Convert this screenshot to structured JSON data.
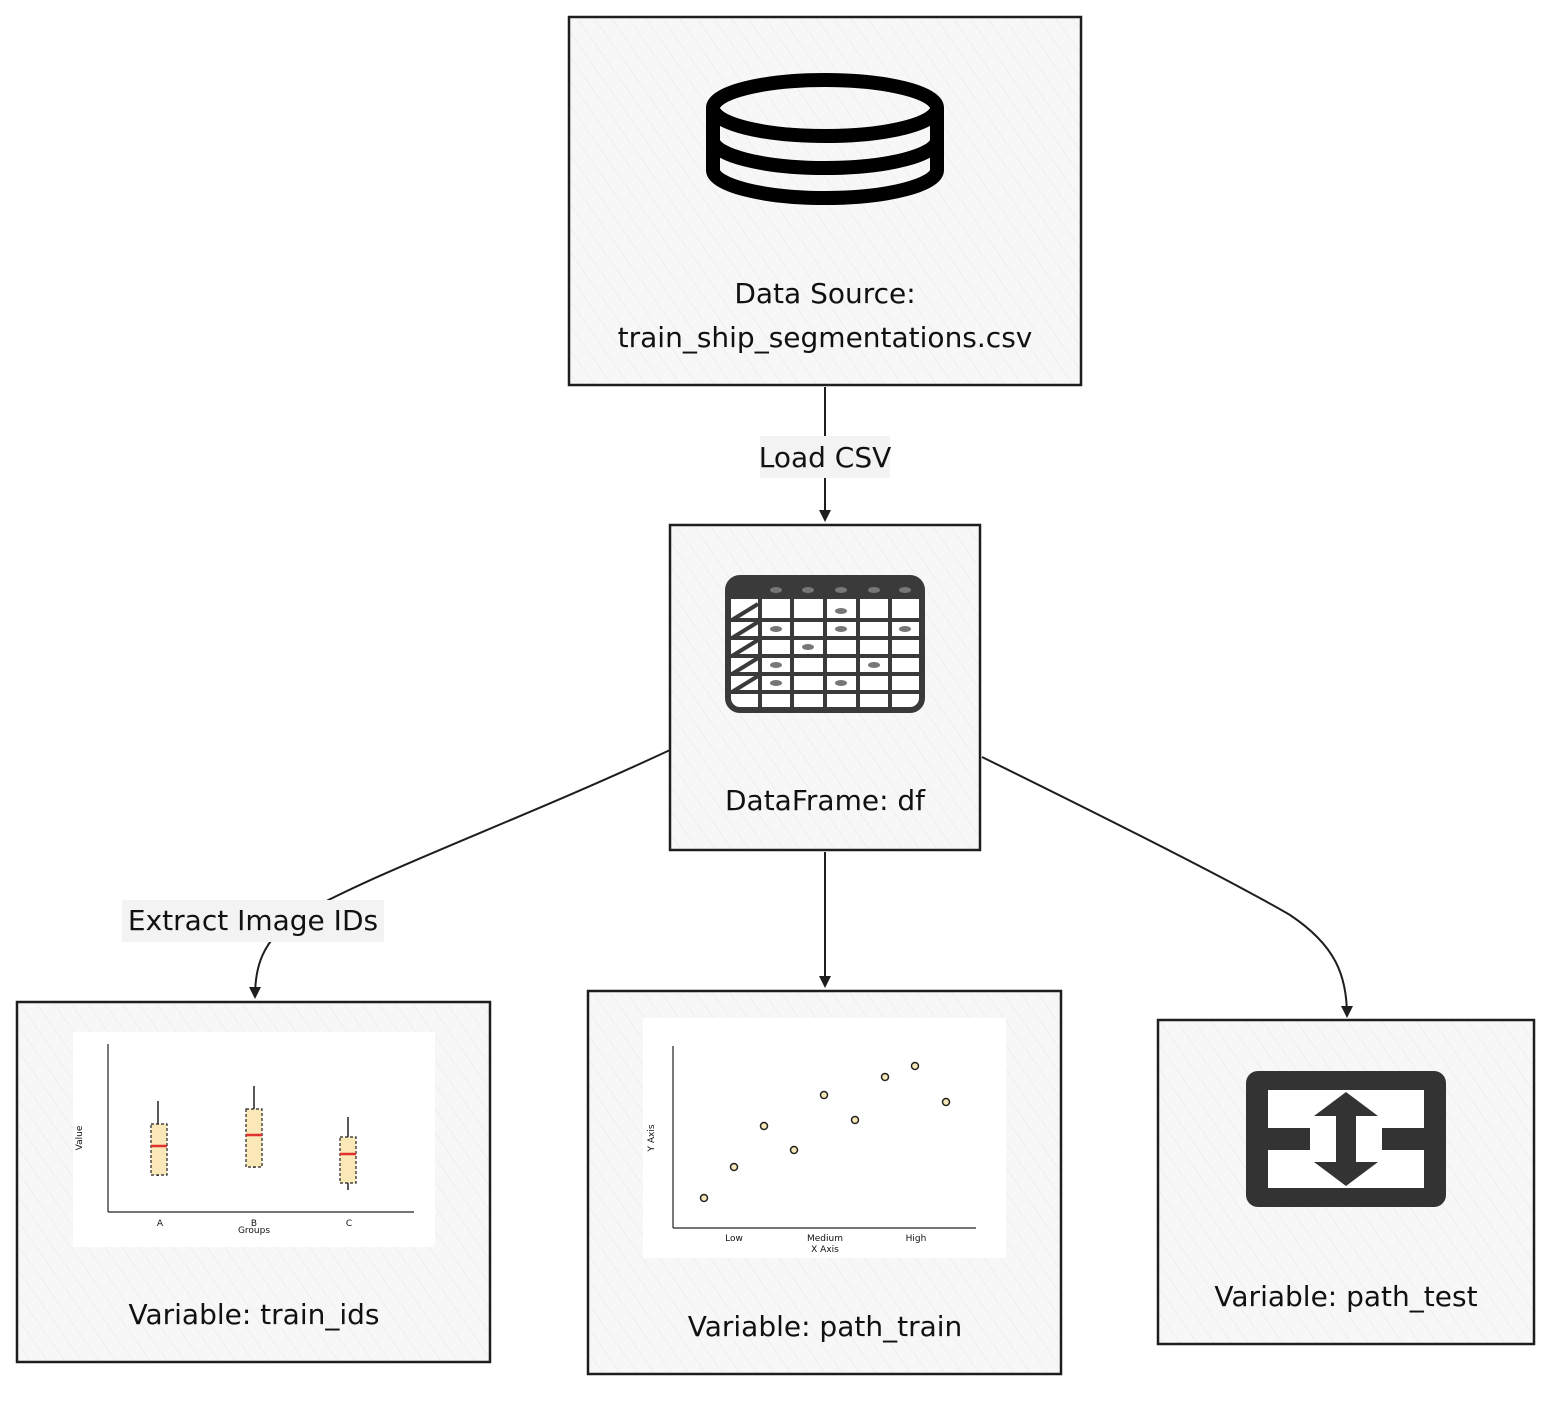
{
  "nodes": {
    "data_source": {
      "line1": "Data Source:",
      "line2": "train_ship_segmentations.csv",
      "icon": "database-icon"
    },
    "dataframe": {
      "label": "DataFrame: df",
      "icon": "table-icon"
    },
    "train_ids": {
      "label": "Variable: train_ids",
      "icon": "boxplot-chart-icon"
    },
    "path_train": {
      "label": "Variable: path_train",
      "icon": "scatter-chart-icon"
    },
    "path_test": {
      "label": "Variable: path_test",
      "icon": "swap-vertical-icon"
    }
  },
  "edges": {
    "load": {
      "label": "Load CSV"
    },
    "extract": {
      "label": "Extract Image IDs"
    }
  },
  "boxplot": {
    "ylabel": "Value",
    "xlabel": "Groups",
    "categories": [
      "A",
      "B",
      "C"
    ]
  },
  "scatter": {
    "ylabel": "Y Axis",
    "xlabel": "X Axis",
    "categories": [
      "Low",
      "Medium",
      "High"
    ]
  },
  "colors": {
    "box_fill": "#f7f7f7",
    "stroke": "#1e1e1e",
    "label_bg": "#f3f3f3",
    "median": "#e03131",
    "box_chart_fill": "#fbe8b8"
  }
}
